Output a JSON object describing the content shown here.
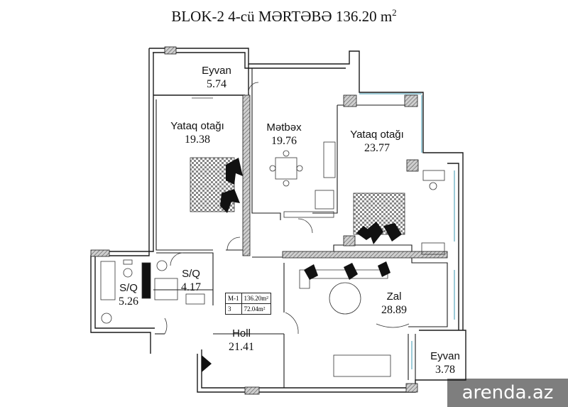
{
  "title": {
    "text": "BLOK-2 4-cü MƏRTƏBƏ 136.20 m",
    "sup": "2"
  },
  "rooms": [
    {
      "id": "eyvan-top",
      "name": "Eyvan",
      "area": "5.74"
    },
    {
      "id": "yataq-left",
      "name": "Yataq otağı",
      "area": "19.38"
    },
    {
      "id": "metbex",
      "name": "Mətbəx",
      "area": "19.76"
    },
    {
      "id": "yataq-right",
      "name": "Yataq otağı",
      "area": "23.77"
    },
    {
      "id": "sq-small",
      "name": "S/Q",
      "area": "5.26"
    },
    {
      "id": "sq-large",
      "name": "S/Q",
      "area": "4.17"
    },
    {
      "id": "holl",
      "name": "Holl",
      "area": "21.41"
    },
    {
      "id": "zal",
      "name": "Zal",
      "area": "28.89"
    },
    {
      "id": "eyvan-bottom",
      "name": "Eyvan",
      "area": "3.78"
    }
  ],
  "table": {
    "row1": {
      "c1": "M-1",
      "c2": "136.20m²"
    },
    "row2": {
      "c1": "3",
      "c2": "72.04m²"
    }
  },
  "watermark": "arenda.az",
  "colors": {
    "wall": "#1a1a1a",
    "hatch": "#777777",
    "accent_glass": "#9ccbd8"
  }
}
